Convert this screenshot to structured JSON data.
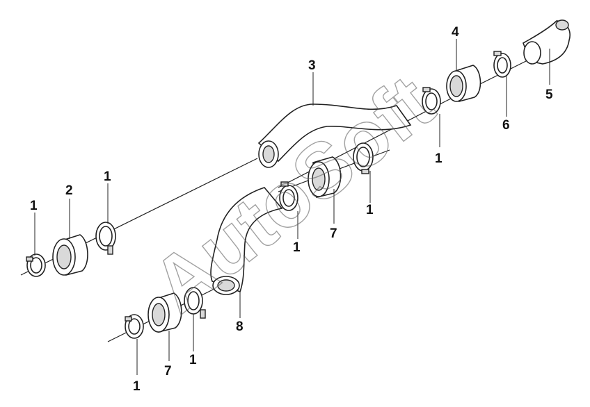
{
  "callouts": {
    "c1a": "1",
    "c2": "2",
    "c1b": "1",
    "c3": "3",
    "c4": "4",
    "c5": "5",
    "c6": "6",
    "c1c": "1",
    "c1d": "1",
    "c7a": "7",
    "c1e": "1",
    "c8": "8",
    "c1f": "1",
    "c7b": "7",
    "c1g": "1"
  },
  "watermark": "AutoSoft"
}
